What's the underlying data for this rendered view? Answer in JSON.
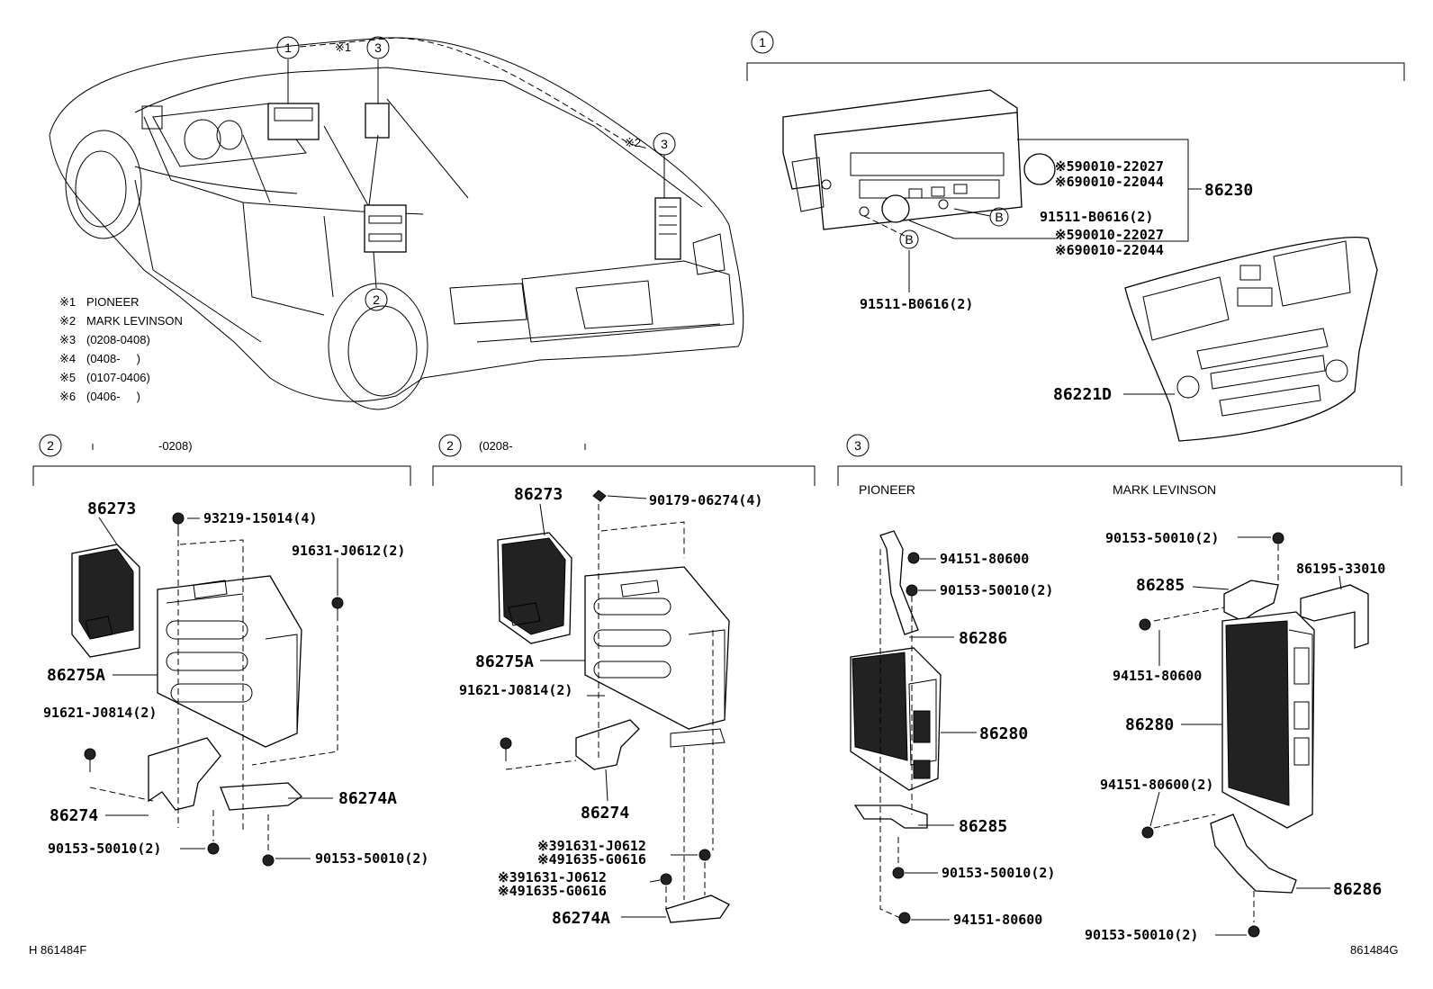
{
  "legend": [
    {
      "mark": "※1",
      "text": "PIONEER"
    },
    {
      "mark": "※2",
      "text": "MARK LEVINSON"
    },
    {
      "mark": "※3",
      "text": "(0208-0408)"
    },
    {
      "mark": "※4",
      "text": "(0408-     )"
    },
    {
      "mark": "※5",
      "text": "(0107-0406)"
    },
    {
      "mark": "※6",
      "text": "(0406-     )"
    }
  ],
  "car_callouts": {
    "c1": "1",
    "c2": "2",
    "c3a": "3",
    "c3b": "3",
    "note1": "※1",
    "note2": "※2"
  },
  "sec1": {
    "num": "1",
    "knob_a1": "※590010-22027",
    "knob_a2": "※690010-22044",
    "head_unit": "86230",
    "screw_b_right": "91511-B0616(2)",
    "knob_b1": "※590010-22027",
    "knob_b2": "※690010-22044",
    "screw_b_bottom": "91511-B0616(2)",
    "b_mark": "B",
    "panel": "86221D"
  },
  "sec2a": {
    "num": "2",
    "range": "-0208)",
    "amp": "86273",
    "bolt": "93219-15014(4)",
    "screw1": "91631-J0612(2)",
    "bracket": "86275A",
    "screw2": "91621-J0814(2)",
    "stay": "86274",
    "stay_a": "86274A",
    "bolt_l": "90153-50010(2)",
    "bolt_r": "90153-50010(2)"
  },
  "sec2b": {
    "num": "2",
    "range": "(0208-",
    "amp": "86273",
    "nut": "90179-06274(4)",
    "bracket": "86275A",
    "screw2": "91621-J0814(2)",
    "stay": "86274",
    "s3a": "※391631-J0612",
    "s4a": "※491635-G0616",
    "s3b": "※391631-J0612",
    "s4b": "※491635-G0616",
    "stay_a": "86274A"
  },
  "sec3": {
    "num": "3",
    "pioneer": "PIONEER",
    "mark": "MARK LEVINSON",
    "p_clip1": "94151-80600",
    "p_bolt1": "90153-50010(2)",
    "p_brk1": "86286",
    "p_amp": "86280",
    "p_brk2": "86285",
    "p_bolt2": "90153-50010(2)",
    "p_clip2": "94151-80600",
    "m_bolt1": "90153-50010(2)",
    "m_brk_top": "86285",
    "m_bracket": "86195-33010",
    "m_clip1": "94151-80600",
    "m_amp": "86280",
    "m_clip2": "94151-80600(2)",
    "m_brk_bot": "86286",
    "m_bolt2": "90153-50010(2)"
  },
  "footer": {
    "left": "H 861484F",
    "right": "861484G"
  }
}
